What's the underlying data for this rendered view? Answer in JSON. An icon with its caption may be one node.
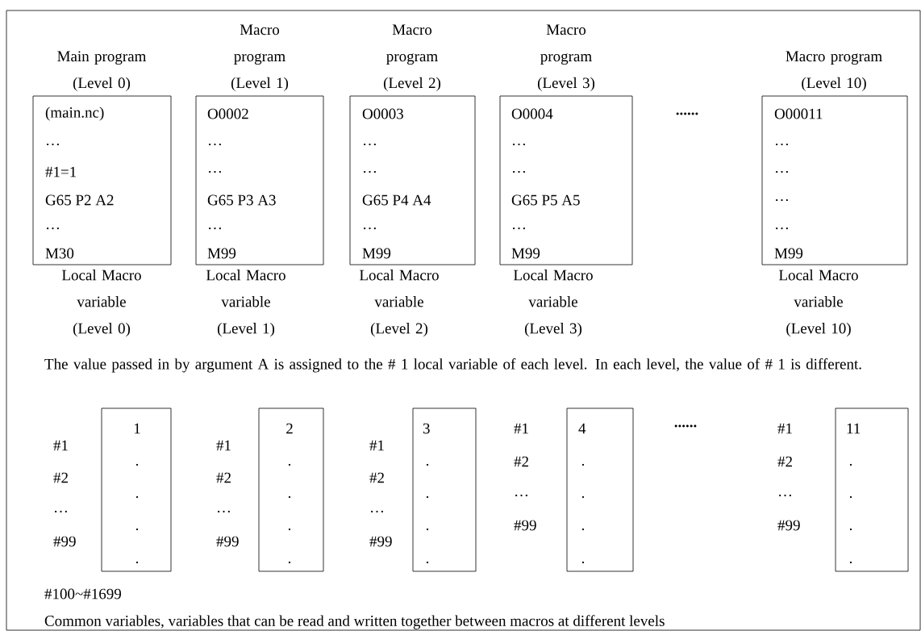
{
  "diagram": {
    "nodes": [
      {
        "text": [
          "Main program (Level 0)",
          "(main.nc)",
          "…",
          "#1=1",
          "G65 P2 A2",
          "…",
          "M30"
        ],
        "beside": [
          "Local Macro variable (Level 0)"
        ]
      },
      {
        "text": [
          "Macro program (Level 1)",
          "O0002",
          "…",
          "…",
          "G65 P3 A3",
          "…",
          "M99"
        ],
        "beside": [
          "Local Macro variable (Level 1)"
        ]
      },
      {
        "text": [
          "Macro program (Level 2)",
          "O0003",
          "…",
          "…",
          "G65 P4 A4",
          "…",
          "M99"
        ],
        "beside": [
          "Local Macro variable (Level 2)"
        ]
      },
      {
        "text": [
          "Macro program (Level 3)",
          "O0004",
          "…",
          "…",
          "G65 P5 A5",
          "…",
          "M99"
        ],
        "beside": [
          "Local Macro variable (Level 3)"
        ]
      },
      {
        "text": [
          "Macro program (Level 10)",
          "O00011",
          "…",
          "…",
          "…",
          "…",
          "M99"
        ],
        "beside": [
          "Local Macro variable (Level 10)"
        ]
      },
      {
        "text": [
          "1",
          ".",
          ".",
          ".",
          "."
        ],
        "beside": [
          "#1",
          "#2",
          "…",
          "#99"
        ]
      },
      {
        "text": [
          "2",
          ".",
          ".",
          ".",
          "."
        ],
        "beside": [
          "#1",
          "#2",
          "…",
          "#99"
        ]
      },
      {
        "text": [
          "3",
          ".",
          ".",
          ".",
          "."
        ],
        "beside": [
          "#1",
          "#2",
          "…",
          "#99"
        ]
      },
      {
        "text": [
          "4",
          ".",
          ".",
          ".",
          "."
        ],
        "beside": [
          "#1",
          "#2",
          "…",
          "#99"
        ]
      },
      {
        "text": [
          "11",
          ".",
          ".",
          ".",
          "."
        ],
        "beside": [
          "#1",
          "#2",
          "…",
          "#99"
        ]
      }
    ],
    "labels": [
      "......",
      "The value passed in by argument A is assigned to the # 1 local variable of each level. In each level, the value of # 1 is different.",
      "......",
      "#100~#1699",
      "Common variables, variables that can be read and written together between macros at different levels"
    ]
  }
}
